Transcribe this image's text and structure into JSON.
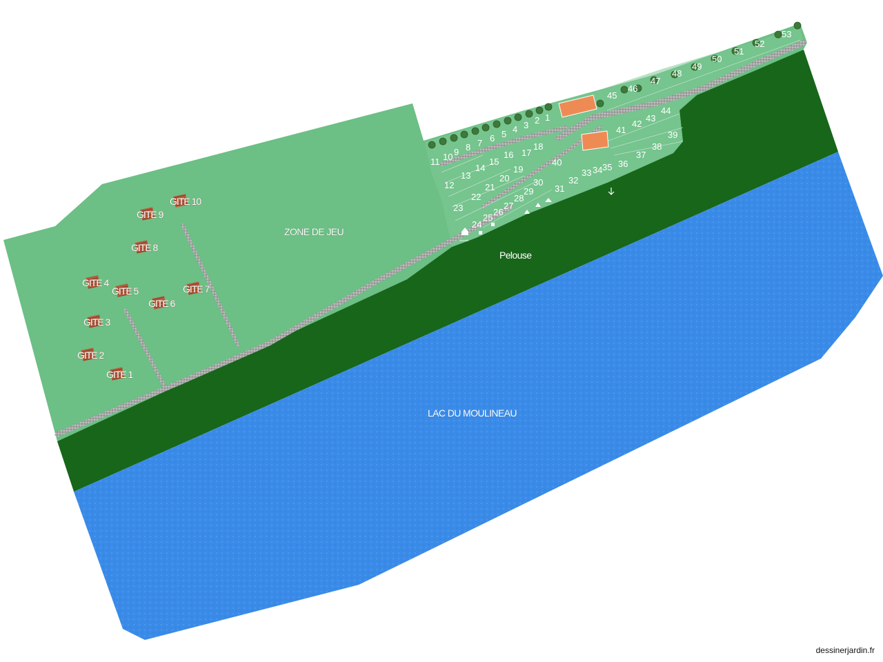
{
  "colors": {
    "lake": "#3a8be8",
    "lawn_dark": "#17661a",
    "grounds_light": "#6cbf85",
    "pitch_light": "#7fc896",
    "path": "#a8a8a8",
    "building": "#ee8b55",
    "gite": "#b85c3c"
  },
  "labels": {
    "lake": "LAC DU MOULINEAU",
    "lawn": "Pelouse",
    "play_zone": "ZONE DE JEU",
    "building_top": "",
    "building_bottom": "",
    "small_mid": "",
    "accueil": "Accueil"
  },
  "gites": [
    {
      "label": "GITE 1"
    },
    {
      "label": "GITE 2"
    },
    {
      "label": "GITE 3"
    },
    {
      "label": "GITE 4"
    },
    {
      "label": "GITE 5"
    },
    {
      "label": "GITE 6"
    },
    {
      "label": "GITE 7"
    },
    {
      "label": "GITE 8"
    },
    {
      "label": "GITE 9"
    },
    {
      "label": "GITE 10"
    }
  ],
  "pitches": [
    "1",
    "2",
    "3",
    "4",
    "5",
    "6",
    "7",
    "8",
    "9",
    "10",
    "11",
    "12",
    "13",
    "14",
    "15",
    "16",
    "17",
    "18",
    "19",
    "20",
    "21",
    "22",
    "23",
    "24",
    "25",
    "26",
    "27",
    "28",
    "29",
    "30",
    "31",
    "32",
    "33",
    "34",
    "35",
    "36",
    "37",
    "38",
    "39",
    "40",
    "41",
    "42",
    "43",
    "44",
    "45",
    "46",
    "47",
    "48",
    "49",
    "50",
    "51",
    "52",
    "53"
  ],
  "credit": "dessinerjardin.fr"
}
